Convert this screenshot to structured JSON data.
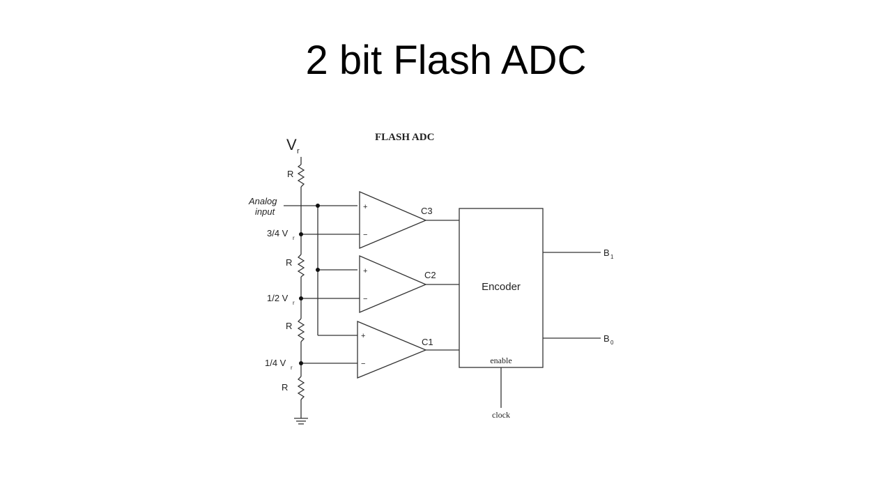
{
  "slide": {
    "title": "2 bit Flash ADC"
  },
  "diagram": {
    "heading": "FLASH ADC",
    "vref": {
      "main": "V",
      "sub": "r"
    },
    "analog_input": {
      "line1": "Analog",
      "line2": "input"
    },
    "resistor_label": "R",
    "taps": {
      "three_quarter": {
        "main": "3/4 V",
        "sub": "r"
      },
      "half": {
        "main": "1/2 V",
        "sub": "r"
      },
      "quarter": {
        "main": "1/4 V",
        "sub": "r"
      }
    },
    "comparators": {
      "c3": "C3",
      "c2": "C2",
      "c1": "C1",
      "plus": "+",
      "minus": "−"
    },
    "encoder": {
      "label": "Encoder",
      "enable": "enable"
    },
    "clock": "clock",
    "outputs": {
      "b1": {
        "main": "B",
        "sub": "1"
      },
      "b0": {
        "main": "B",
        "sub": "0"
      }
    }
  }
}
